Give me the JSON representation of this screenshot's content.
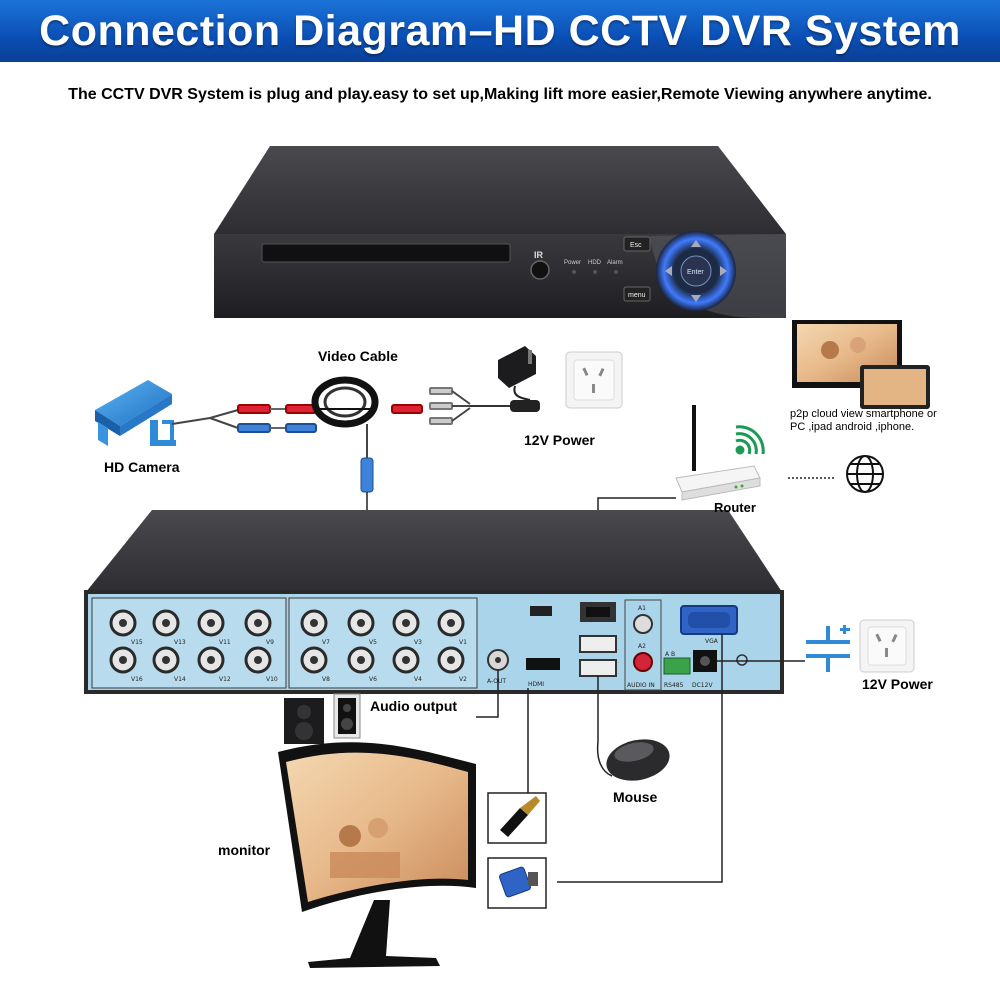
{
  "header": {
    "title": "Connection Diagram–HD CCTV DVR System",
    "subtitle": "The CCTV DVR System is plug and play.easy to set up,Making lift more easier,Remote Viewing anywhere anytime."
  },
  "front_panel": {
    "ir": "IR",
    "leds": [
      "Power",
      "HDD",
      "Alarm"
    ],
    "esc": "Esc",
    "menu": "menu",
    "enter": "Enter"
  },
  "labels": {
    "video_cable": "Video Cable",
    "power_top": "12V Power",
    "hd_camera": "HD Camera",
    "cloud": "p2p cloud view smartphone or PC ,ipad android ,iphone.",
    "router": "Router",
    "power_right": "12V Power",
    "audio_output": "Audio output",
    "mouse": "Mouse",
    "monitor": "monitor"
  },
  "rear_panel": {
    "bnc_top": [
      "V15",
      "V13",
      "V11",
      "V9",
      "V7",
      "V5",
      "V3",
      "V1"
    ],
    "bnc_bottom": [
      "V16",
      "V14",
      "V12",
      "V10",
      "V8",
      "V6",
      "V4",
      "V2"
    ],
    "aout": "A-OUT",
    "hdmi": "HDMI",
    "vga": "VGA",
    "a1": "A1",
    "a2": "A2",
    "audio_in": "AUDIO IN",
    "rs485": "RS485",
    "rs485_ab": "A  B",
    "dc12v": "DC12V"
  },
  "colors": {
    "banner": "#0b4fb5",
    "panel_blue": "#a9d4ea",
    "dvr_body": "#3c3c40",
    "camera_blue": "#2f8ad8"
  }
}
